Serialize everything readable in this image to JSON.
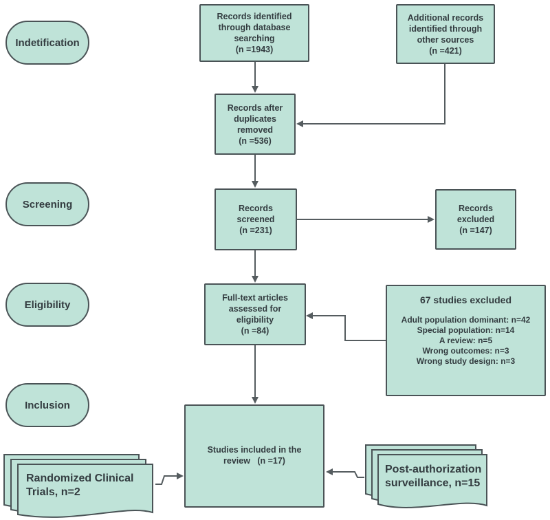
{
  "stages": {
    "identification": "Indetification",
    "screening": "Screening",
    "eligibility": "Eligibility",
    "inclusion": "Inclusion"
  },
  "boxes": {
    "database_search": [
      "Records identified",
      "through database",
      "searching",
      "(n =1943)"
    ],
    "other_sources": [
      "Additional records",
      "identified through",
      "other sources",
      "(n =421)"
    ],
    "after_duplicates": [
      "Records after",
      "duplicates",
      "removed",
      "(n =536)"
    ],
    "screened": [
      "Records",
      "screened",
      "(n =231)"
    ],
    "excluded_records": [
      "Records",
      "excluded",
      "(n =147)"
    ],
    "full_text": [
      "Full-text articles",
      "assessed for",
      "eligibility",
      "(n =84)"
    ],
    "excluded_studies": {
      "title": "67 studies excluded",
      "reasons": [
        "Adult population dominant: n=42",
        "Special population: n=14",
        "A review: n=5",
        "Wrong outcomes: n=3",
        "Wrong study design: n=3"
      ]
    },
    "included": [
      "Studies included in the",
      "review   (n =17)"
    ]
  },
  "documents": {
    "rct": [
      "Randomized Clinical",
      "Trials, n=2"
    ],
    "post_auth": [
      "Post-authorization",
      "surveillance, n=15"
    ]
  },
  "colors": {
    "fill": "#bfe3d8",
    "stroke": "#4a5356",
    "text": "#333c40",
    "arrow": "#555c5f"
  }
}
